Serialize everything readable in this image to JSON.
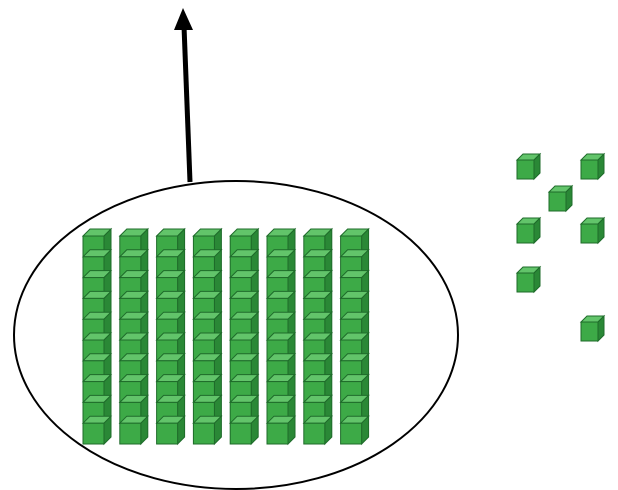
{
  "diagram": {
    "description_free": true,
    "colors": {
      "cube_front": "#3daa47",
      "cube_top": "#62c46a",
      "cube_side": "#2a8836",
      "cube_edge": "#1e6b2a",
      "outline": "#000000",
      "background": "#ffffff"
    },
    "grouped_tens": {
      "rods": 8,
      "cubes_per_rod": 10
    },
    "loose_ones": {
      "count": 7
    },
    "arrow": {
      "direction": "up"
    }
  }
}
